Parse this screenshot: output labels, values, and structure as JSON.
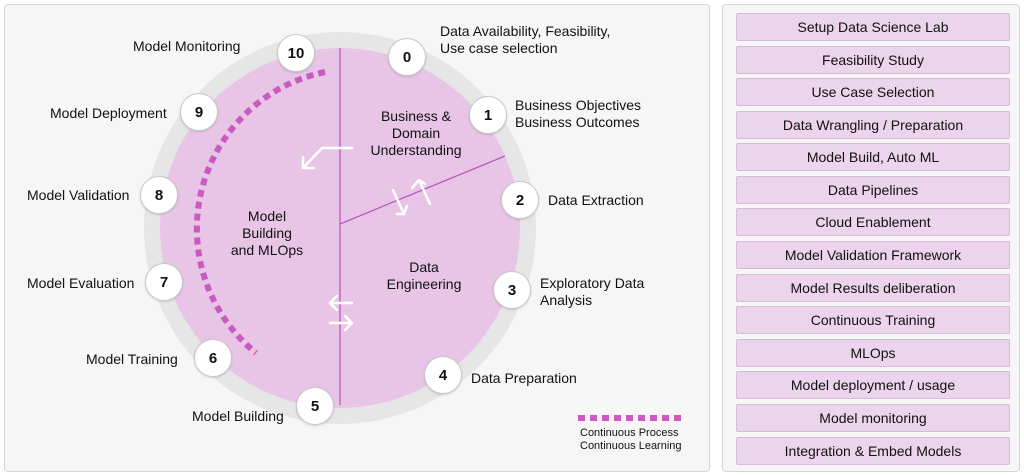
{
  "stages": [
    {
      "number": "0",
      "label": "Data Availability, Feasibility,\nUse case selection"
    },
    {
      "number": "1",
      "label": "Business Objectives\nBusiness Outcomes"
    },
    {
      "number": "2",
      "label": "Data Extraction"
    },
    {
      "number": "3",
      "label": "Exploratory Data\nAnalysis"
    },
    {
      "number": "4",
      "label": "Data Preparation"
    },
    {
      "number": "5",
      "label": "Model Building"
    },
    {
      "number": "6",
      "label": "Model Training"
    },
    {
      "number": "7",
      "label": "Model Evaluation"
    },
    {
      "number": "8",
      "label": "Model Validation"
    },
    {
      "number": "9",
      "label": "Model Deployment"
    },
    {
      "number": "10",
      "label": "Model Monitoring"
    }
  ],
  "sectors": {
    "business": "Business &\nDomain\nUnderstanding",
    "data_engineering": "Data\nEngineering",
    "model_building": "Model\nBuilding\nand MLOps"
  },
  "legend": {
    "line1": "Continuous Process",
    "line2": "Continuous Learning"
  },
  "right_list": [
    "Setup Data Science Lab",
    "Feasibility Study",
    "Use Case Selection",
    "Data Wrangling / Preparation",
    "Model Build, Auto ML",
    "Data Pipelines",
    "Cloud Enablement",
    "Model Validation Framework",
    "Model Results deliberation",
    "Continuous Training",
    "MLOps",
    "Model deployment / usage",
    "Model monitoring",
    "Integration & Embed Models"
  ],
  "colors": {
    "outer_ring": "#e6e6e6",
    "inner_circle": "#e8c5e6",
    "divider_line": "#b95ab5",
    "dotted_arc": "#c85ac0",
    "list_fill": "#ecd4ec"
  }
}
